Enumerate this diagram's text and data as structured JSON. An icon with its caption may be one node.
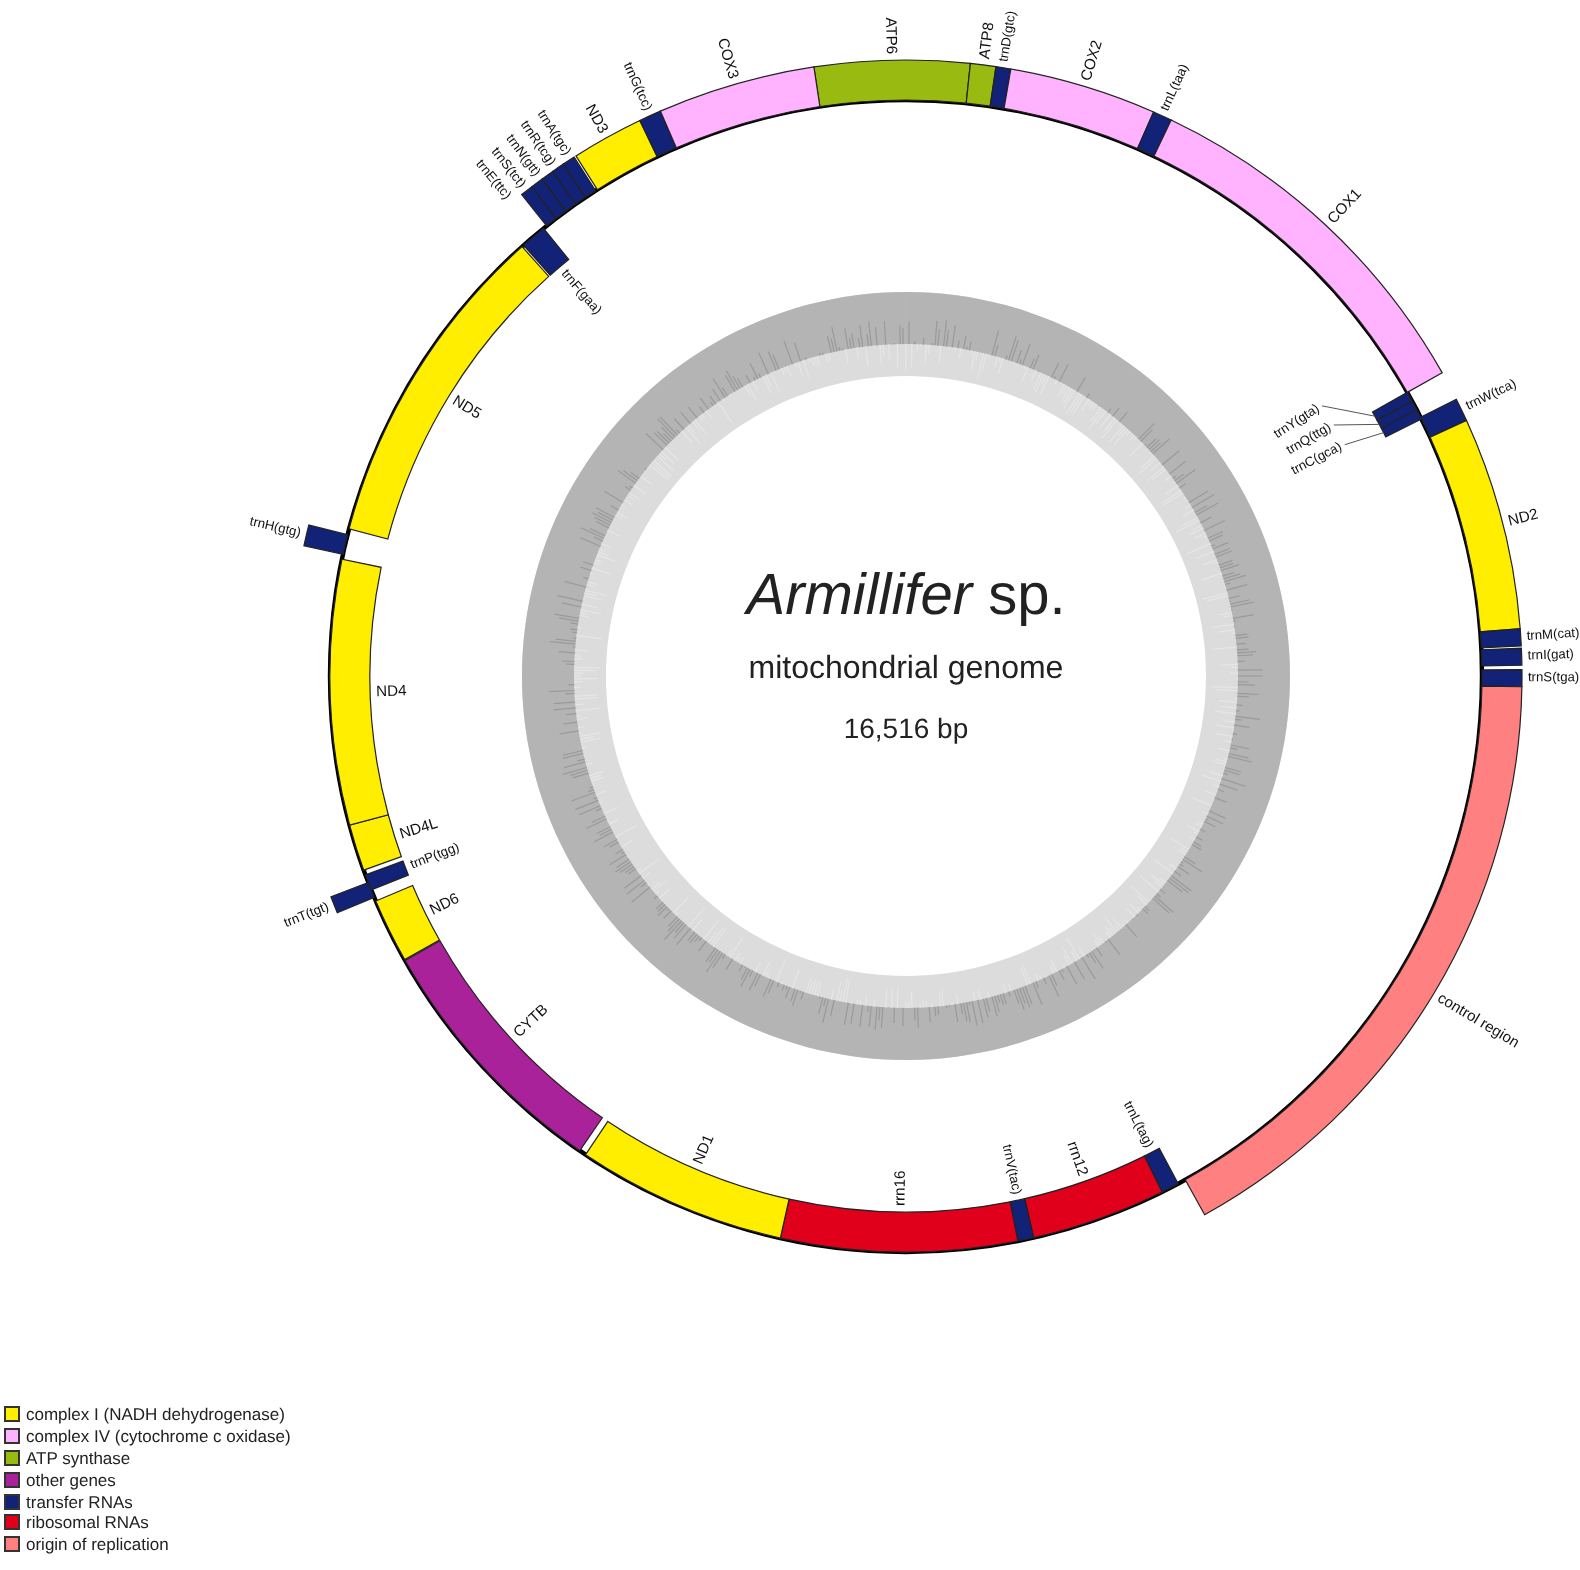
{
  "diagram": {
    "title": "*Armillifer* sp.",
    "nodes": [
      {
        "text": [
          "ATP6"
        ]
      },
      {
        "text": [
          "ATP8"
        ]
      },
      {
        "text": [
          "trnD(gtc)"
        ]
      },
      {
        "text": [
          "COX2"
        ]
      },
      {
        "text": [
          "trnL(taa)"
        ]
      },
      {
        "text": [
          "COX1"
        ]
      },
      {
        "text": [
          "trnY(gta)"
        ]
      },
      {
        "text": [
          "trnQ(ttg)"
        ]
      },
      {
        "text": [
          "trnC(gca)"
        ]
      },
      {
        "text": [
          "trnW(tca)"
        ]
      },
      {
        "text": [
          "ND2"
        ]
      },
      {
        "text": [
          "trnM(cat)"
        ]
      },
      {
        "text": [
          "trnI(gat)"
        ]
      },
      {
        "text": [
          "trnS(tga)"
        ]
      },
      {
        "text": [
          "control region"
        ]
      },
      {
        "text": [
          "trnL(tag)"
        ]
      },
      {
        "text": [
          "rrn12"
        ]
      },
      {
        "text": [
          "trnV(tac)"
        ]
      },
      {
        "text": [
          "rrn16"
        ]
      },
      {
        "text": [
          "ND1"
        ]
      },
      {
        "text": [
          "CYTB"
        ]
      },
      {
        "text": [
          "ND6"
        ]
      },
      {
        "text": [
          "trnT(tgt)"
        ]
      },
      {
        "text": [
          "trnP(tgg)"
        ]
      },
      {
        "text": [
          "ND4L"
        ]
      },
      {
        "text": [
          "ND4"
        ]
      },
      {
        "text": [
          "trnH(gtg)"
        ]
      },
      {
        "text": [
          "ND5"
        ]
      },
      {
        "text": [
          "trnF(gaa)"
        ]
      },
      {
        "text": [
          "trnE(ttc)"
        ]
      },
      {
        "text": [
          "trnS(tct)"
        ]
      },
      {
        "text": [
          "trnN(gtt)"
        ]
      },
      {
        "text": [
          "trnR(tcg)"
        ]
      },
      {
        "text": [
          "trnA(tgc)"
        ]
      },
      {
        "text": [
          "ND3"
        ]
      },
      {
        "text": [
          "trnG(tcc)"
        ]
      },
      {
        "text": [
          "COX3"
        ]
      }
    ],
    "labels": [
      "mitochondrial genome",
      "16,516 bp"
    ],
    "legend": [
      {
        "text": "complex I (NADH dehydrogenase)",
        "color": "#ffee00"
      },
      {
        "text": "complex IV (cytochrome c oxidase)",
        "color": "#ffb3ff"
      },
      {
        "text": "ATP synthase",
        "color": "#99bb11"
      },
      {
        "text": "other genes",
        "color": "#aa2299"
      },
      {
        "text": "transfer RNAs",
        "color": "#112277"
      },
      {
        "text": "ribosomal RNAs",
        "color": "#e0001b"
      },
      {
        "text": "origin of replication",
        "color": "#ff8080"
      }
    ]
  }
}
